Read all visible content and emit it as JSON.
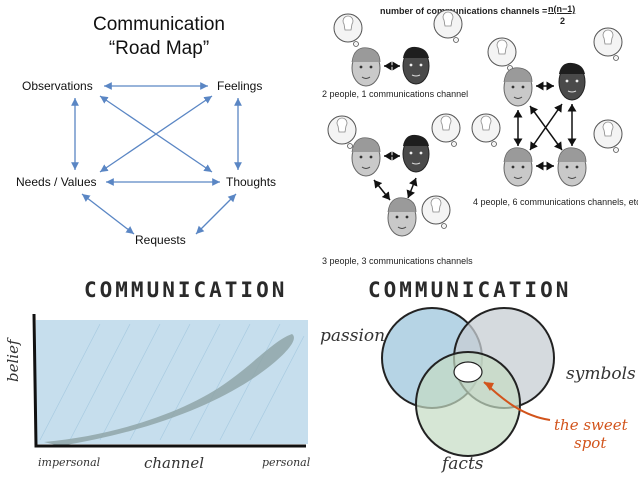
{
  "roadmap": {
    "title_line1": "Communication",
    "title_line2": "“Road Map”",
    "nodes": {
      "observations": "Observations",
      "feelings": "Feelings",
      "needs_values": "Needs / Values",
      "thoughts": "Thoughts",
      "requests": "Requests"
    },
    "colors": {
      "arrow": "#5a86c4"
    }
  },
  "channels": {
    "formula_label": "number of communications channels =",
    "formula_numerator": "n(n−1)",
    "formula_denominator": "2",
    "caption_two": "2 people, 1 communications channel",
    "caption_three": "3 people, 3 communications channels",
    "caption_four": "4 people, 6 communications channels, etc."
  },
  "sketch_line": {
    "title": "COMMUNICATION",
    "ylabel": "belief",
    "xlabel": "channel",
    "x_left_label": "impersonal",
    "x_right_label": "personal"
  },
  "sketch_venn": {
    "title": "COMMUNICATION",
    "label_passion": "passion",
    "label_symbols": "symbols",
    "label_facts": "facts",
    "label_sweet_spot_line1": "the sweet",
    "label_sweet_spot_line2": "spot",
    "colors": {
      "passion": "#a9cde0",
      "symbols": "#c7ced3",
      "facts": "#c4dbc3",
      "accent": "#d2541c"
    }
  }
}
